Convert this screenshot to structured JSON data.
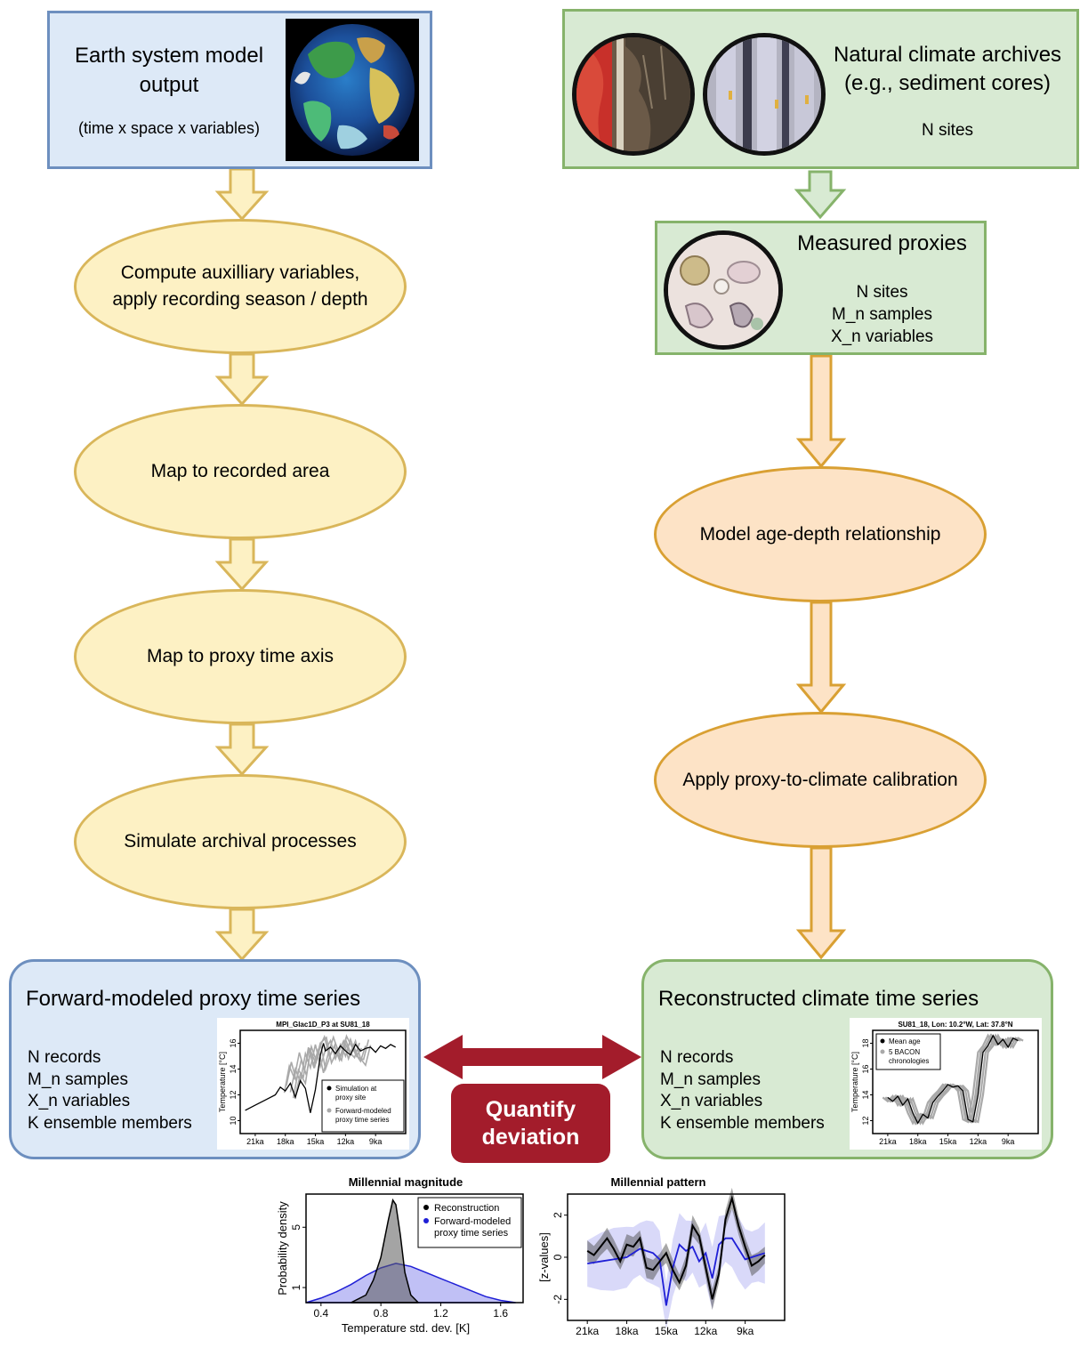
{
  "diagram": {
    "esm": {
      "title": "Earth system model\noutput",
      "subtitle": "(time x space x variables)"
    },
    "archives": {
      "title": "Natural climate archives\n(e.g., sediment cores)",
      "sites": "N sites"
    },
    "proxies": {
      "title": "Measured proxies",
      "info": "N sites\nM_n samples\nX_n variables"
    },
    "left_steps": [
      "Compute auxilliary variables,\napply recording season / depth",
      "Map to recorded area",
      "Map to proxy time axis",
      "Simulate archival processes"
    ],
    "right_steps": [
      "Model age-depth relationship",
      "Apply proxy-to-climate calibration"
    ],
    "forward": {
      "title": "Forward-modeled proxy time series",
      "info": "N records\nM_n samples\nX_n variables\nK ensemble members"
    },
    "recon": {
      "title": "Reconstructed climate time series",
      "info": "N records\nM_n samples\nX_n variables\nK ensemble members"
    },
    "quantify": "Quantify\ndeviation"
  },
  "colors": {
    "blue_fill": "#dde9f7",
    "blue_border": "#6d8fbf",
    "green_fill": "#d8ead3",
    "green_border": "#86b36b",
    "yellow_arrow": "#d9b65a",
    "orange_arrow": "#d9a033",
    "red": "#a31c2b",
    "series_blue": "#1f1fd6"
  },
  "chart_data": [
    {
      "type": "line",
      "title": "MPI_Glac1D_P3 at SU81_18",
      "ylabel": "Temperature [°C]",
      "x_ticks": [
        "21ka",
        "18ka",
        "15ka",
        "12ka",
        "9ka"
      ],
      "y_ticks": [
        "10",
        "12",
        "14",
        "16"
      ],
      "xlim_ka": [
        22.5,
        6
      ],
      "ylim": [
        9,
        17
      ],
      "legend": [
        "Simulation at\nproxy site",
        "Forward-modeled\nproxy time series"
      ],
      "series": [
        {
          "name": "Simulation at\nproxy site",
          "x_ka": [
            22,
            21,
            20,
            19,
            18.5,
            18,
            17.5,
            17,
            16.5,
            16,
            15.5,
            15,
            14.5,
            14.2,
            14,
            13.5,
            13,
            12.5,
            12,
            11.5,
            11,
            10.5,
            10,
            9.5,
            9,
            8.5,
            8,
            7.5,
            7
          ],
          "y": [
            10.8,
            11.2,
            11.6,
            12.0,
            12.6,
            12.3,
            12.9,
            11.8,
            13.1,
            12.5,
            10.6,
            12.4,
            15.1,
            16.0,
            15.4,
            15.7,
            15.2,
            15.8,
            15.4,
            15.1,
            15.9,
            15.4,
            15.6,
            15.7,
            15.3,
            15.8,
            15.6,
            15.9,
            15.7
          ]
        },
        {
          "name": "Forward-modeled\nproxy time series",
          "x_ka": [
            17.5,
            17,
            16.5,
            16,
            15.5,
            15,
            14.5,
            14,
            13.5,
            13,
            12.5,
            12,
            11.5,
            11,
            10.5,
            10
          ],
          "y": [
            12.2,
            14.0,
            13.0,
            15.2,
            14.1,
            15.9,
            14.2,
            15.5,
            16.2,
            14.8,
            15.9,
            15.0,
            16.3,
            15.2,
            14.6,
            15.8
          ]
        }
      ]
    },
    {
      "type": "line",
      "title": "SU81_18, Lon: 10.2°W, Lat: 37.8°N",
      "ylabel": "Temperature [°C]",
      "x_ticks": [
        "21ka",
        "18ka",
        "15ka",
        "12ka",
        "9ka"
      ],
      "y_ticks": [
        "12",
        "14",
        "16",
        "18"
      ],
      "xlim_ka": [
        22.5,
        6
      ],
      "ylim": [
        11,
        19
      ],
      "legend": [
        "Mean age",
        "5 BACON\nchronologies"
      ],
      "series": [
        {
          "name": "Mean age",
          "x_ka": [
            21,
            20.5,
            20,
            19.5,
            19,
            18.5,
            18,
            17.5,
            17,
            16.5,
            16,
            15.5,
            15,
            14.5,
            14,
            13.5,
            13,
            12.5,
            12,
            11.5,
            11,
            10.5,
            10,
            9.5,
            9,
            8.5,
            8
          ],
          "y": [
            13.8,
            13.5,
            13.9,
            13.2,
            13.7,
            12.6,
            11.8,
            12.5,
            12.2,
            13.4,
            13.9,
            14.3,
            14.8,
            14.6,
            14.7,
            14.3,
            12.1,
            11.9,
            14.0,
            17.3,
            17.8,
            18.6,
            17.9,
            18.3,
            17.7,
            18.4,
            18.2
          ]
        }
      ]
    },
    {
      "type": "area",
      "title": "Millennial magnitude",
      "xlabel": "Temperature std. dev. [K]",
      "ylabel": "Probability density",
      "x_ticks": [
        "0.4",
        "0.8",
        "1.2",
        "1.6"
      ],
      "y_ticks": [
        "1",
        "5"
      ],
      "xlim": [
        0.3,
        1.75
      ],
      "legend": [
        "Reconstruction",
        "Forward-modeled\nproxy time series"
      ],
      "series": [
        {
          "name": "Reconstruction",
          "x": [
            0.6,
            0.7,
            0.75,
            0.8,
            0.85,
            0.88,
            0.9,
            0.93,
            0.96,
            1.0,
            1.05
          ],
          "y": [
            0,
            0.5,
            1.5,
            3.0,
            5.5,
            6.8,
            6.5,
            4.5,
            2.0,
            0.5,
            0
          ]
        },
        {
          "name": "Forward-modeled\nproxy time series",
          "x": [
            0.3,
            0.4,
            0.5,
            0.6,
            0.7,
            0.8,
            0.9,
            1.0,
            1.1,
            1.2,
            1.3,
            1.4,
            1.5,
            1.6,
            1.7
          ],
          "y": [
            0,
            0.3,
            0.7,
            1.2,
            1.8,
            2.3,
            2.6,
            2.4,
            2.0,
            1.6,
            1.2,
            0.8,
            0.4,
            0.15,
            0
          ]
        }
      ]
    },
    {
      "type": "line",
      "title": "Millennial pattern",
      "ylabel": "[z-values]",
      "x_ticks": [
        "21ka",
        "18ka",
        "15ka",
        "12ka",
        "9ka"
      ],
      "y_ticks": [
        "-2",
        "0",
        "2"
      ],
      "xlim_ka": [
        22.5,
        6
      ],
      "ylim": [
        -3,
        3
      ],
      "series": [
        {
          "name": "Reconstruction",
          "x_ka": [
            21,
            20.5,
            20,
            19.5,
            19,
            18.5,
            18,
            17.5,
            17,
            16.5,
            16,
            15.5,
            15,
            14.5,
            14,
            13.5,
            13,
            12.5,
            12,
            11.5,
            11,
            10.5,
            10,
            9.5,
            9,
            8.5,
            8,
            7.5
          ],
          "y": [
            0.3,
            0.1,
            0.5,
            0.9,
            0.4,
            -0.2,
            0.6,
            0.5,
            0.9,
            -0.5,
            -0.6,
            -0.2,
            0.2,
            -0.6,
            -1.2,
            -0.4,
            1.5,
            1.0,
            -0.5,
            -2.0,
            -0.8,
            1.8,
            2.8,
            1.5,
            0.5,
            -0.4,
            -0.2,
            0.1
          ]
        },
        {
          "name": "Forward-modeled\nproxy time series",
          "x_ka": [
            21,
            20,
            19,
            18,
            17.5,
            17,
            16.5,
            16,
            15.5,
            15,
            14.5,
            14,
            13.5,
            13,
            12.5,
            12,
            11.5,
            11,
            10.5,
            10,
            9.5,
            9,
            8.5,
            8,
            7.5
          ],
          "y": [
            -0.3,
            -0.2,
            -0.1,
            0.0,
            0.2,
            0.4,
            0.3,
            0.2,
            -0.1,
            -2.3,
            -0.5,
            0.6,
            0.3,
            0.5,
            -0.2,
            0.2,
            -1.0,
            0.6,
            0.9,
            0.9,
            0.4,
            -0.1,
            0.0,
            0.1,
            0.2
          ]
        }
      ]
    }
  ]
}
